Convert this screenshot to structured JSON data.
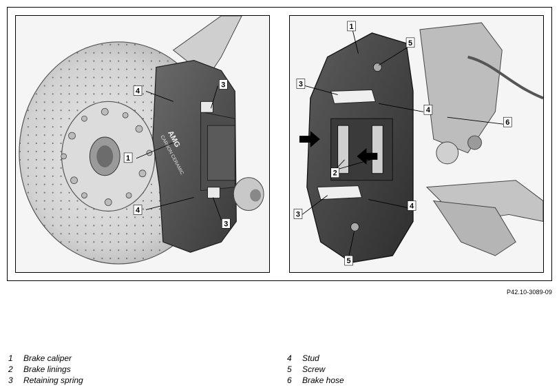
{
  "diagram": {
    "reference_code": "P42.10-3089-09",
    "caliper_lettering": "AMG",
    "caliper_sub_lettering": "CARBON CERAMIC",
    "left_callouts": [
      "4",
      "3",
      "1",
      "4",
      "3"
    ],
    "right_callouts": [
      "1",
      "5",
      "3",
      "4",
      "6",
      "2",
      "4",
      "3",
      "5"
    ]
  },
  "legend": [
    {
      "num": "1",
      "label": "Brake caliper"
    },
    {
      "num": "2",
      "label": "Brake linings"
    },
    {
      "num": "3",
      "label": "Retaining spring"
    },
    {
      "num": "4",
      "label": "Stud"
    },
    {
      "num": "5",
      "label": "Screw"
    },
    {
      "num": "6",
      "label": "Brake hose"
    }
  ]
}
